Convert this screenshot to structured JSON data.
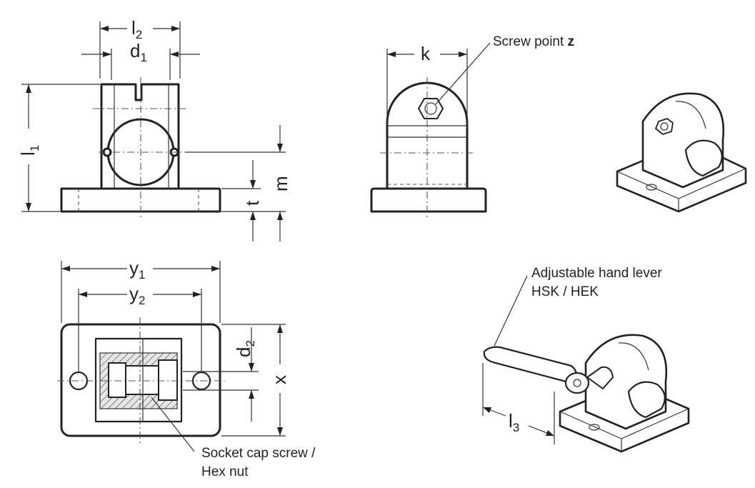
{
  "dimensions": {
    "l2": {
      "main": "l",
      "sub": "2"
    },
    "d1": {
      "main": "d",
      "sub": "1"
    },
    "l1": {
      "main": "l",
      "sub": "1"
    },
    "m": "m",
    "t": "t",
    "k": "k",
    "y1": {
      "main": "y",
      "sub": "1"
    },
    "y2": {
      "main": "y",
      "sub": "2"
    },
    "d2": {
      "main": "d",
      "sub": "2"
    },
    "x": "x",
    "l3": {
      "main": "l",
      "sub": "3"
    }
  },
  "callouts": {
    "screw_point": {
      "text": "Screw point ",
      "bold": "z"
    },
    "hand_lever": {
      "line1": "Adjustable hand lever",
      "line2": "HSK / HEK"
    },
    "socket_screw": {
      "line1": "Socket cap screw /",
      "line2": "Hex nut"
    }
  }
}
